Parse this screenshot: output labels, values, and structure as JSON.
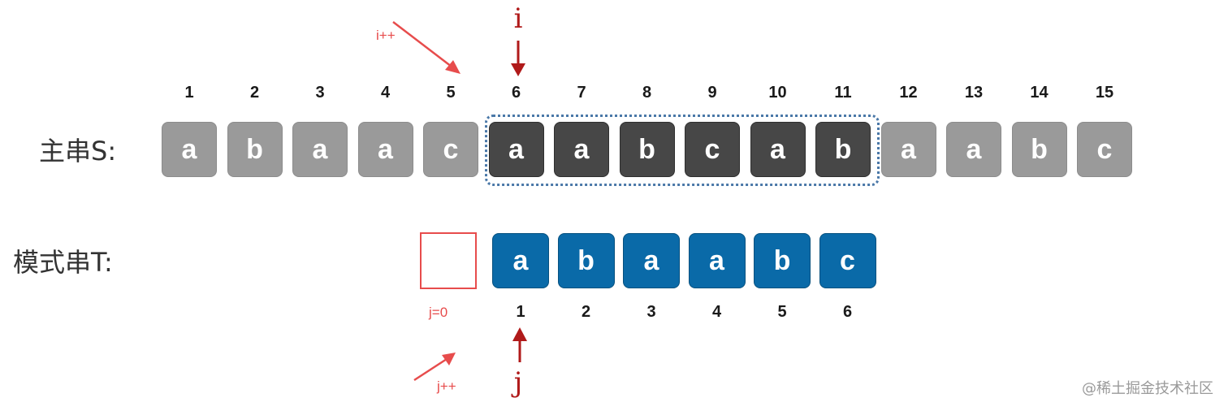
{
  "main_string": {
    "label": "主串S:",
    "indices": [
      "1",
      "2",
      "3",
      "4",
      "5",
      "6",
      "7",
      "8",
      "9",
      "10",
      "11",
      "12",
      "13",
      "14",
      "15"
    ],
    "chars": [
      "a",
      "b",
      "a",
      "a",
      "c",
      "a",
      "a",
      "b",
      "c",
      "a",
      "b",
      "a",
      "a",
      "b",
      "c"
    ],
    "window_range": [
      6,
      11
    ]
  },
  "pattern": {
    "label": "模式串T:",
    "indices": [
      "1",
      "2",
      "3",
      "4",
      "5",
      "6"
    ],
    "chars": [
      "a",
      "b",
      "a",
      "a",
      "b",
      "c"
    ],
    "zero_label": "j=0"
  },
  "pointers": {
    "i_label": "i",
    "j_label": "j",
    "i_increment": "i++",
    "j_increment": "j++"
  },
  "watermark": "@稀土掘金技术社区",
  "colors": {
    "cell_dim": "#9a9a9a",
    "cell_dark": "#474747",
    "pattern_cell": "#0a6aa8",
    "window_border": "#4a78a8",
    "pointer_dark_red": "#b01a1a",
    "accent_red": "#e74c4c"
  }
}
